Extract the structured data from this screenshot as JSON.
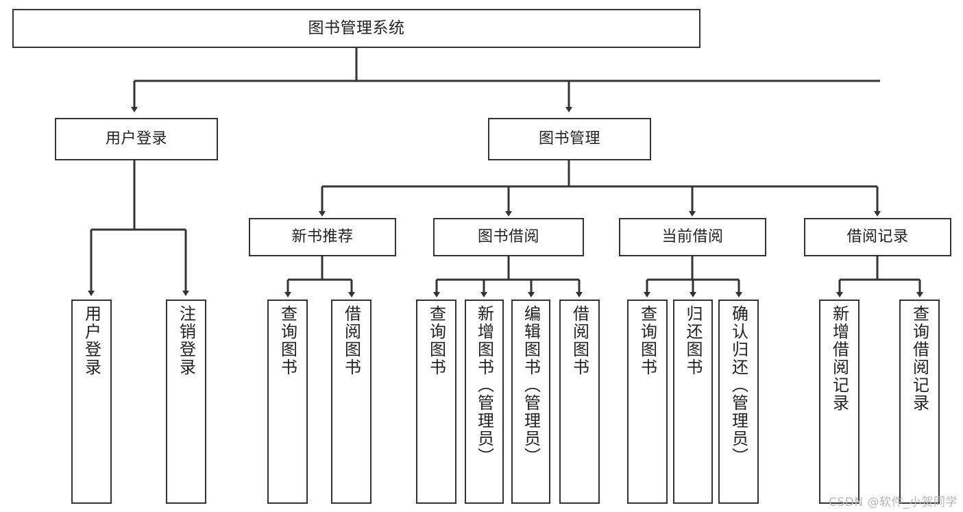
{
  "diagram": {
    "title": "图书管理系统",
    "type": "hierarchy-tree",
    "line_color": "#333333",
    "background_color": "#ffffff",
    "root": {
      "label": "图书管理系统"
    },
    "level2": [
      {
        "label": "用户登录"
      },
      {
        "label": "图书管理"
      }
    ],
    "level3": [
      {
        "label": "新书推荐"
      },
      {
        "label": "图书借阅"
      },
      {
        "label": "当前借阅"
      },
      {
        "label": "借阅记录"
      }
    ],
    "leaves": {
      "user_login": [
        {
          "label": "用户登录"
        },
        {
          "label": "注销登录"
        }
      ],
      "new_book_recommend": [
        {
          "label": "查询图书"
        },
        {
          "label": "借阅图书"
        }
      ],
      "book_borrow": [
        {
          "label": "查询图书"
        },
        {
          "label": "新增图书（管理员）"
        },
        {
          "label": "编辑图书（管理员）"
        },
        {
          "label": "借阅图书"
        }
      ],
      "current_borrow": [
        {
          "label": "查询图书"
        },
        {
          "label": "归还图书"
        },
        {
          "label": "确认归还（管理员）"
        }
      ],
      "borrow_record": [
        {
          "label": "新增借阅记录"
        },
        {
          "label": "查询借阅记录"
        }
      ]
    }
  },
  "watermark": {
    "text": "CSDN @软件_小贺同学"
  }
}
